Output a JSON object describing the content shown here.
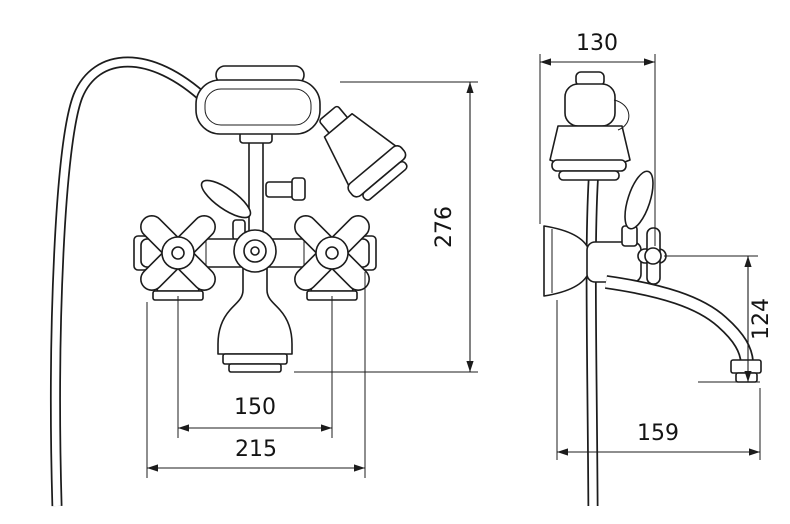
{
  "drawing": {
    "type": "technical-drawing",
    "subject": "bath-shower-mixer-faucet-with-hand-shower",
    "dimensions": {
      "front_overall_height": "276",
      "front_handle_spacing": "150",
      "front_overall_width": "215",
      "side_top_width": "130",
      "side_spout_height": "124",
      "side_bottom_depth": "159"
    }
  }
}
